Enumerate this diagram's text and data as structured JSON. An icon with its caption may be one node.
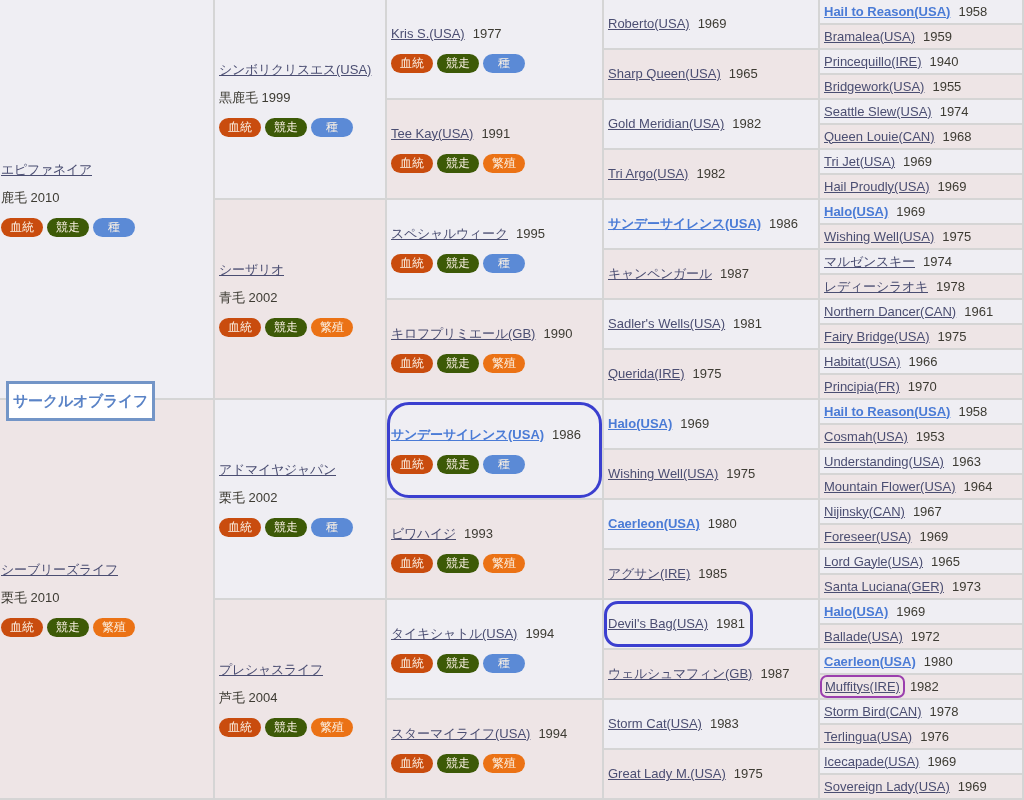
{
  "diagram": {
    "nodes": [
      {
        "text": [
          "サークルオブライフ"
        ]
      },
      {
        "text": [
          "エピファネイア",
          "鹿毛 2010"
        ]
      },
      {
        "text": [
          "血統"
        ],
        "in": 1
      },
      {
        "text": [
          "競走"
        ],
        "in": 1
      },
      {
        "text": [
          "種"
        ],
        "in": 1
      },
      {
        "text": [
          "シンボリクリスエス(USA)",
          "黒鹿毛 1999"
        ]
      },
      {
        "text": [
          "血統"
        ],
        "in": 5
      },
      {
        "text": [
          "競走"
        ],
        "in": 5
      },
      {
        "text": [
          "種"
        ],
        "in": 5
      },
      {
        "text": [
          "Kris S.(USA)",
          "1977"
        ]
      },
      {
        "text": [
          "血統"
        ],
        "in": 9
      },
      {
        "text": [
          "競走"
        ],
        "in": 9
      },
      {
        "text": [
          "種"
        ],
        "in": 9
      },
      {
        "text": [
          "Roberto(USA)",
          "1969"
        ]
      },
      {
        "text": [
          "Hail to Reason(USA)",
          "1958"
        ]
      },
      {
        "text": [
          "Bramalea(USA)",
          "1959"
        ]
      },
      {
        "text": [
          "Sharp Queen(USA)",
          "1965"
        ]
      },
      {
        "text": [
          "Princequillo(IRE)",
          "1940"
        ]
      },
      {
        "text": [
          "Bridgework(USA)",
          "1955"
        ]
      },
      {
        "text": [
          "Tee Kay(USA)",
          "1991"
        ]
      },
      {
        "text": [
          "血統"
        ],
        "in": 19
      },
      {
        "text": [
          "競走"
        ],
        "in": 19
      },
      {
        "text": [
          "繁殖"
        ],
        "in": 19
      },
      {
        "text": [
          "Gold Meridian(USA)",
          "1982"
        ]
      },
      {
        "text": [
          "Seattle Slew(USA)",
          "1974"
        ]
      },
      {
        "text": [
          "Queen Louie(CAN)",
          "1968"
        ]
      },
      {
        "text": [
          "Tri Argo(USA)",
          "1982"
        ]
      },
      {
        "text": [
          "Tri Jet(USA)",
          "1969"
        ]
      },
      {
        "text": [
          "Hail Proudly(USA)",
          "1969"
        ]
      },
      {
        "text": [
          "シーザリオ",
          "青毛 2002"
        ]
      },
      {
        "text": [
          "血統"
        ],
        "in": 29
      },
      {
        "text": [
          "競走"
        ],
        "in": 29
      },
      {
        "text": [
          "繁殖"
        ],
        "in": 29
      },
      {
        "text": [
          "スペシャルウィーク",
          "1995"
        ]
      },
      {
        "text": [
          "血統"
        ],
        "in": 33
      },
      {
        "text": [
          "競走"
        ],
        "in": 33
      },
      {
        "text": [
          "種"
        ],
        "in": 33
      },
      {
        "text": [
          "サンデーサイレンス(USA)",
          "1986"
        ]
      },
      {
        "text": [
          "Halo(USA)",
          "1969"
        ]
      },
      {
        "text": [
          "Wishing Well(USA)",
          "1975"
        ]
      },
      {
        "text": [
          "キャンペンガール",
          "1987"
        ]
      },
      {
        "text": [
          "マルゼンスキー",
          "1974"
        ]
      },
      {
        "text": [
          "レディーシラオキ",
          "1978"
        ]
      },
      {
        "text": [
          "キロフプリミエール(GB)",
          "1990"
        ]
      },
      {
        "text": [
          "血統"
        ],
        "in": 43
      },
      {
        "text": [
          "競走"
        ],
        "in": 43
      },
      {
        "text": [
          "繁殖"
        ],
        "in": 43
      },
      {
        "text": [
          "Sadler's Wells(USA)",
          "1981"
        ]
      },
      {
        "text": [
          "Northern Dancer(CAN)",
          "1961"
        ]
      },
      {
        "text": [
          "Fairy Bridge(USA)",
          "1975"
        ]
      },
      {
        "text": [
          "Querida(IRE)",
          "1975"
        ]
      },
      {
        "text": [
          "Habitat(USA)",
          "1966"
        ]
      },
      {
        "text": [
          "Principia(FR)",
          "1970"
        ]
      },
      {
        "text": [
          "シーブリーズライフ",
          "栗毛 2010"
        ]
      },
      {
        "text": [
          "血統"
        ],
        "in": 53
      },
      {
        "text": [
          "競走"
        ],
        "in": 53
      },
      {
        "text": [
          "繁殖"
        ],
        "in": 53
      },
      {
        "text": [
          "アドマイヤジャパン",
          "栗毛 2002"
        ]
      },
      {
        "text": [
          "血統"
        ],
        "in": 57
      },
      {
        "text": [
          "競走"
        ],
        "in": 57
      },
      {
        "text": [
          "種"
        ],
        "in": 57
      },
      {
        "text": [],
        "shape": "box"
      },
      {
        "text": [
          "サンデーサイレンス(USA)",
          "1986"
        ],
        "in": 61
      },
      {
        "text": [
          "血統"
        ],
        "in": 62
      },
      {
        "text": [
          "競走"
        ],
        "in": 62
      },
      {
        "text": [
          "種"
        ],
        "in": 62
      },
      {
        "text": [
          "Halo(USA)",
          "1969"
        ]
      },
      {
        "text": [
          "Hail to Reason(USA)",
          "1958"
        ]
      },
      {
        "text": [
          "Cosmah(USA)",
          "1953"
        ]
      },
      {
        "text": [
          "Wishing Well(USA)",
          "1975"
        ]
      },
      {
        "text": [
          "Understanding(USA)",
          "1963"
        ]
      },
      {
        "text": [
          "Mountain Flower(USA)",
          "1964"
        ]
      },
      {
        "text": [
          "ビワハイジ",
          "1993"
        ]
      },
      {
        "text": [
          "血統"
        ],
        "in": 72
      },
      {
        "text": [
          "競走"
        ],
        "in": 72
      },
      {
        "text": [
          "繁殖"
        ],
        "in": 72
      },
      {
        "text": [
          "Caerleon(USA)",
          "1980"
        ]
      },
      {
        "text": [
          "Nijinsky(CAN)",
          "1967"
        ]
      },
      {
        "text": [
          "Foreseer(USA)",
          "1969"
        ]
      },
      {
        "text": [
          "アグサン(IRE)",
          "1985"
        ]
      },
      {
        "text": [
          "Lord Gayle(USA)",
          "1965"
        ]
      },
      {
        "text": [
          "Santa Luciana(GER)",
          "1973"
        ]
      },
      {
        "text": [
          "プレシャスライフ",
          "芦毛 2004"
        ]
      },
      {
        "text": [
          "血統"
        ],
        "in": 82
      },
      {
        "text": [
          "競走"
        ],
        "in": 82
      },
      {
        "text": [
          "繁殖"
        ],
        "in": 82
      },
      {
        "text": [
          "タイキシャトル(USA)",
          "1994"
        ]
      },
      {
        "text": [
          "血統"
        ],
        "in": 86
      },
      {
        "text": [
          "競走"
        ],
        "in": 86
      },
      {
        "text": [
          "種"
        ],
        "in": 86
      },
      {
        "text": [],
        "shape": "box"
      },
      {
        "text": [
          "Devil's Bag(USA)",
          "1981"
        ],
        "in": 90
      },
      {
        "text": [
          "Halo(USA)",
          "1969"
        ]
      },
      {
        "text": [
          "Ballade(USA)",
          "1972"
        ]
      },
      {
        "text": [
          "ウェルシュマフィン(GB)",
          "1987"
        ]
      },
      {
        "text": [
          "Caerleon(USA)",
          "1980"
        ]
      },
      {
        "text": [
          "1982"
        ]
      },
      {
        "text": [
          "Muffitys(IRE)"
        ],
        "in": 96
      },
      {
        "text": [
          "スターマイライフ(USA)",
          "1994"
        ]
      },
      {
        "text": [
          "血統"
        ],
        "in": 98
      },
      {
        "text": [
          "競走"
        ],
        "in": 98
      },
      {
        "text": [
          "繁殖"
        ],
        "in": 98
      },
      {
        "text": [
          "Storm Cat(USA)",
          "1983"
        ]
      },
      {
        "text": [
          "Storm Bird(CAN)",
          "1978"
        ]
      },
      {
        "text": [
          "Terlingua(USA)",
          "1976"
        ]
      },
      {
        "text": [
          "Great Lady M.(USA)",
          "1975"
        ]
      },
      {
        "text": [
          "Icecapade(USA)",
          "1969"
        ]
      },
      {
        "text": [
          "Sovereign Lady(USA)",
          "1969"
        ]
      }
    ]
  }
}
